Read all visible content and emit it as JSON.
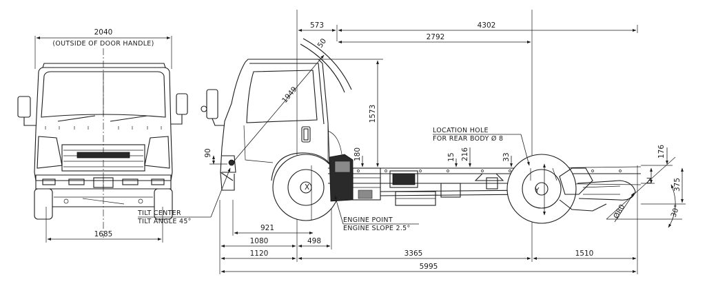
{
  "front_view": {
    "width_overall": "2040",
    "width_note": "(OUTSIDE OF DOOR HANDLE)",
    "track": "1685"
  },
  "side_view": {
    "cab_front_to_axle_ref": "573",
    "axle_ref_to_rear": "4302",
    "cab_to_rear_axle": "2792",
    "cab_height": "1573",
    "tilt_radius": "1949",
    "tilt_arc_offset": "50",
    "bumper_height": "90",
    "frame_height": "180",
    "frame_offset": "15",
    "frame_top_height": "216",
    "rear_frame_height": "33",
    "rear_overhang_rise": "176",
    "rear_frame_depth": "375",
    "pipe_diameter": "Ø80",
    "departure_angle": "30°",
    "tilt_center_to_front": "921",
    "cab_front_to_axle": "1080",
    "engine_offset": "498",
    "front_overhang": "1120",
    "wheelbase": "3365",
    "rear_overhang": "1510",
    "overall_length": "5995",
    "label_x": "X",
    "label_y": "Y",
    "label_z": "Z"
  },
  "notes": {
    "location_hole_1": "LOCATION HOLE",
    "location_hole_2": "FOR REAR BODY  Ø 8",
    "tilt_center": "TILT CENTER",
    "tilt_angle": "TILT ANGLE 45°",
    "engine_point": "ENGINE POINT",
    "engine_slope": "ENGINE SLOPE 2.5°"
  }
}
